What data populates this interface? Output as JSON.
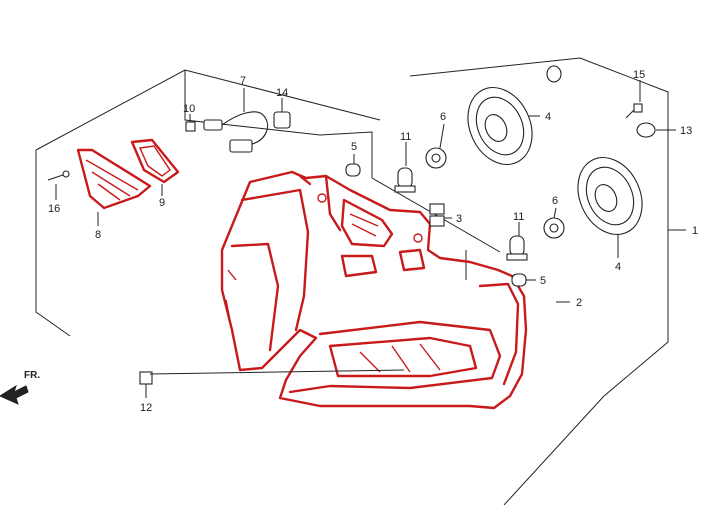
{
  "callouts": {
    "c1": "1",
    "c2": "2",
    "c3": "3",
    "c4a": "4",
    "c4b": "4",
    "c5a": "5",
    "c5b": "5",
    "c6a": "6",
    "c6b": "6",
    "c7": "7",
    "c8": "8",
    "c9": "9",
    "c10": "10",
    "c11a": "11",
    "c11b": "11",
    "c12": "12",
    "c13": "13",
    "c14": "14",
    "c15": "15",
    "c16": "16"
  },
  "direction": {
    "label": "FR."
  },
  "colors": {
    "highlight": "#c81a1a",
    "line": "#222222"
  }
}
